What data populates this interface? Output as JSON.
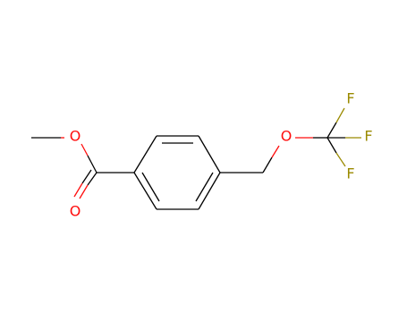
{
  "molecule": {
    "atoms": {
      "ester_oxygen": {
        "symbol": "O",
        "color": "#ff0d0d"
      },
      "carbonyl_oxygen": {
        "symbol": "O",
        "color": "#ff0d0d"
      },
      "ether_oxygen": {
        "symbol": "O",
        "color": "#ff0d0d"
      },
      "fluorine_top": {
        "symbol": "F",
        "color": "#9a8a00"
      },
      "fluorine_right": {
        "symbol": "F",
        "color": "#9a8a00"
      },
      "fluorine_bottom": {
        "symbol": "F",
        "color": "#9a8a00"
      }
    }
  }
}
